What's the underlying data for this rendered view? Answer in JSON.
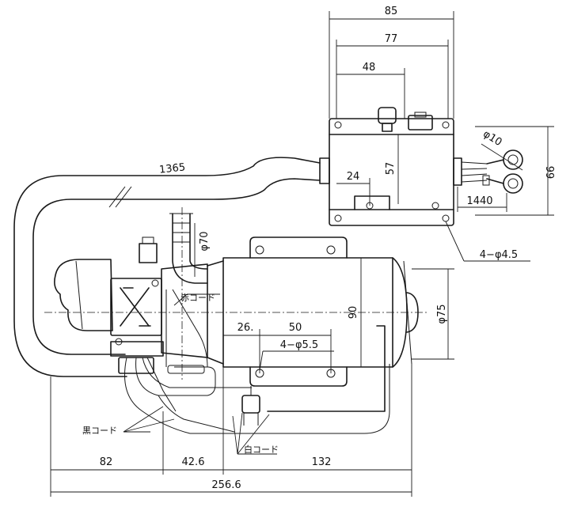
{
  "diagram": {
    "dimensions": {
      "width_85": "85",
      "width_77": "77",
      "width_48": "48",
      "height_57": "57",
      "offset_24": "24",
      "length_1440": "1440",
      "hole_phi10": "φ10",
      "height_66": "66",
      "holes_4_phi4_5": "4−φ4.5",
      "hose_1365": "1365",
      "dia_phi70": "φ70",
      "height_90": "90",
      "dia_phi75": "φ75",
      "offset_26": "26.",
      "spacing_50": "50",
      "holes_4_phi5_5": "4−φ5.5",
      "length_82": "82",
      "length_42_6": "42.6",
      "length_132": "132",
      "length_256_6": "256.6"
    },
    "labels": {
      "red_cord": "赤コード",
      "black_cord": "黒コード",
      "white_cord": "白コード"
    }
  }
}
